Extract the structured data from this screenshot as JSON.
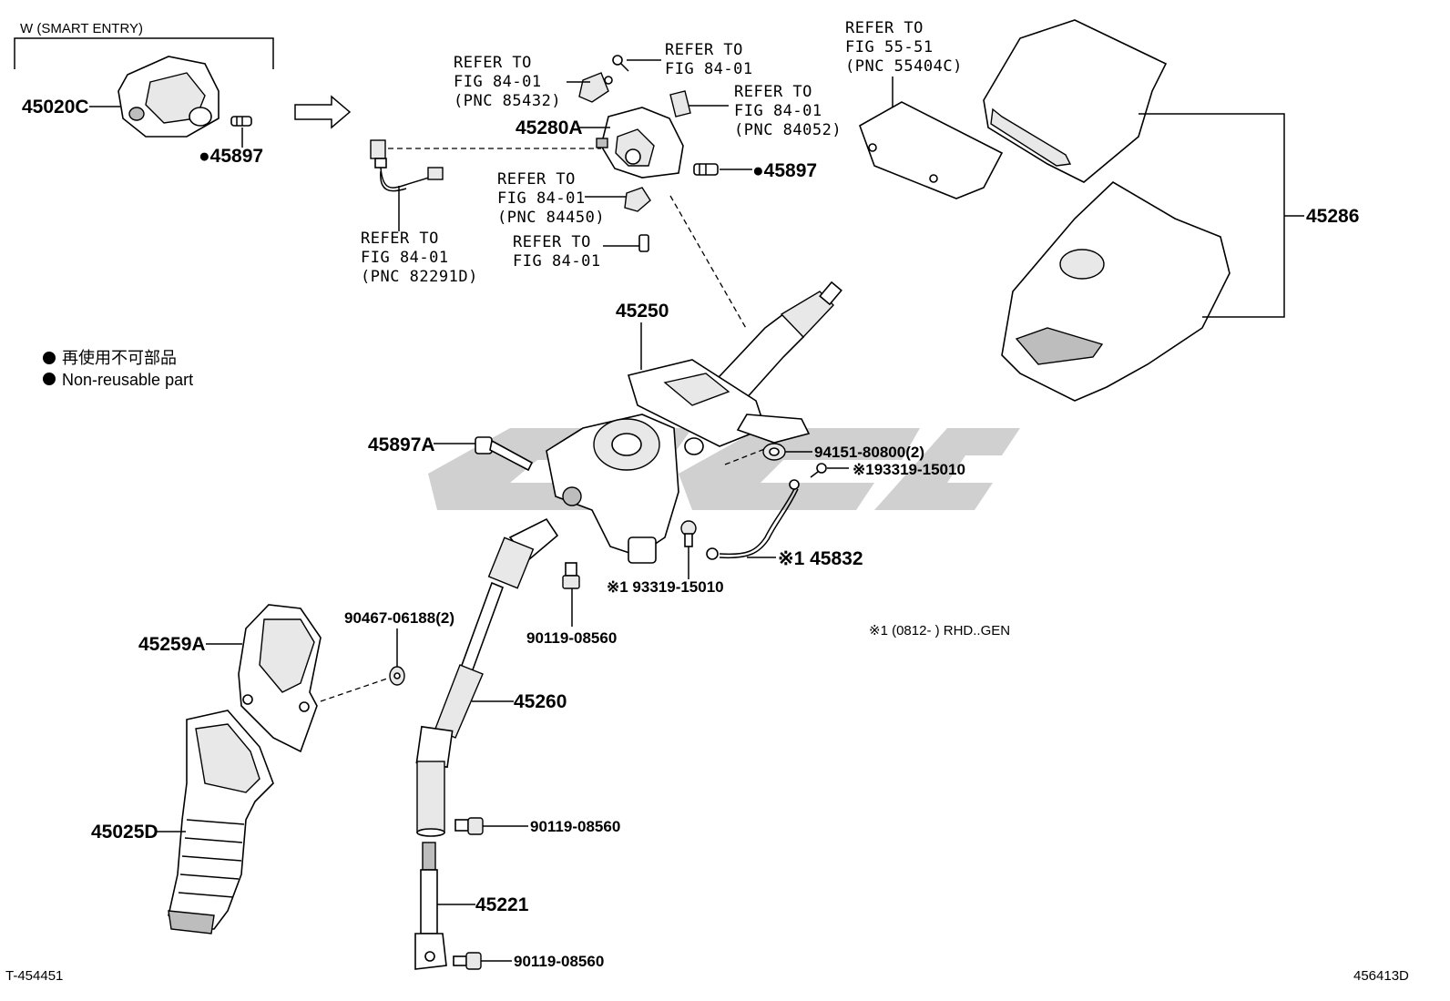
{
  "watermark": {
    "color": "#c8c8c8"
  },
  "header": {
    "variant_label": "W (SMART ENTRY)"
  },
  "legend": {
    "items": [
      {
        "symbol": "●",
        "text": "再使用不可部品"
      },
      {
        "symbol": "●",
        "text": "Non-reusable part"
      }
    ]
  },
  "footnote": "※1 (0812-       ) RHD..GEN",
  "footer": {
    "left_code": "T-454451",
    "right_code": "456413D"
  },
  "callouts": {
    "p45020C": "45020C",
    "p45897_left": "●45897",
    "p45897_right": "●45897",
    "p45280A": "45280A",
    "p45250": "45250",
    "p45286": "45286",
    "p45897A": "45897A",
    "p94151": "94151-80800(2)",
    "p193319": "※193319-15010",
    "p93319": "※1 93319-15010",
    "p45832": "※1 45832",
    "p90119_a": "90119-08560",
    "p90119_b": "90119-08560",
    "p90119_c": "90119-08560",
    "p90467": "90467-06188(2)",
    "p45259A": "45259A",
    "p45260": "45260",
    "p45025D": "45025D",
    "p45221": "45221"
  },
  "refers": {
    "r85432": [
      "REFER TO",
      "FIG 84-01",
      "(PNC 85432)"
    ],
    "r84_top": [
      "REFER TO",
      "FIG 84-01"
    ],
    "r84052": [
      "REFER TO",
      "FIG 84-01",
      "(PNC 84052)"
    ],
    "r84450": [
      "REFER TO",
      "FIG 84-01",
      "(PNC 84450)"
    ],
    "r84_bolt": [
      "REFER TO",
      "FIG 84-01"
    ],
    "r82291D": [
      "REFER TO",
      "FIG 84-01",
      "(PNC 82291D)"
    ],
    "r55404C": [
      "REFER TO",
      "FIG 55-51",
      "(PNC 55404C)"
    ]
  }
}
